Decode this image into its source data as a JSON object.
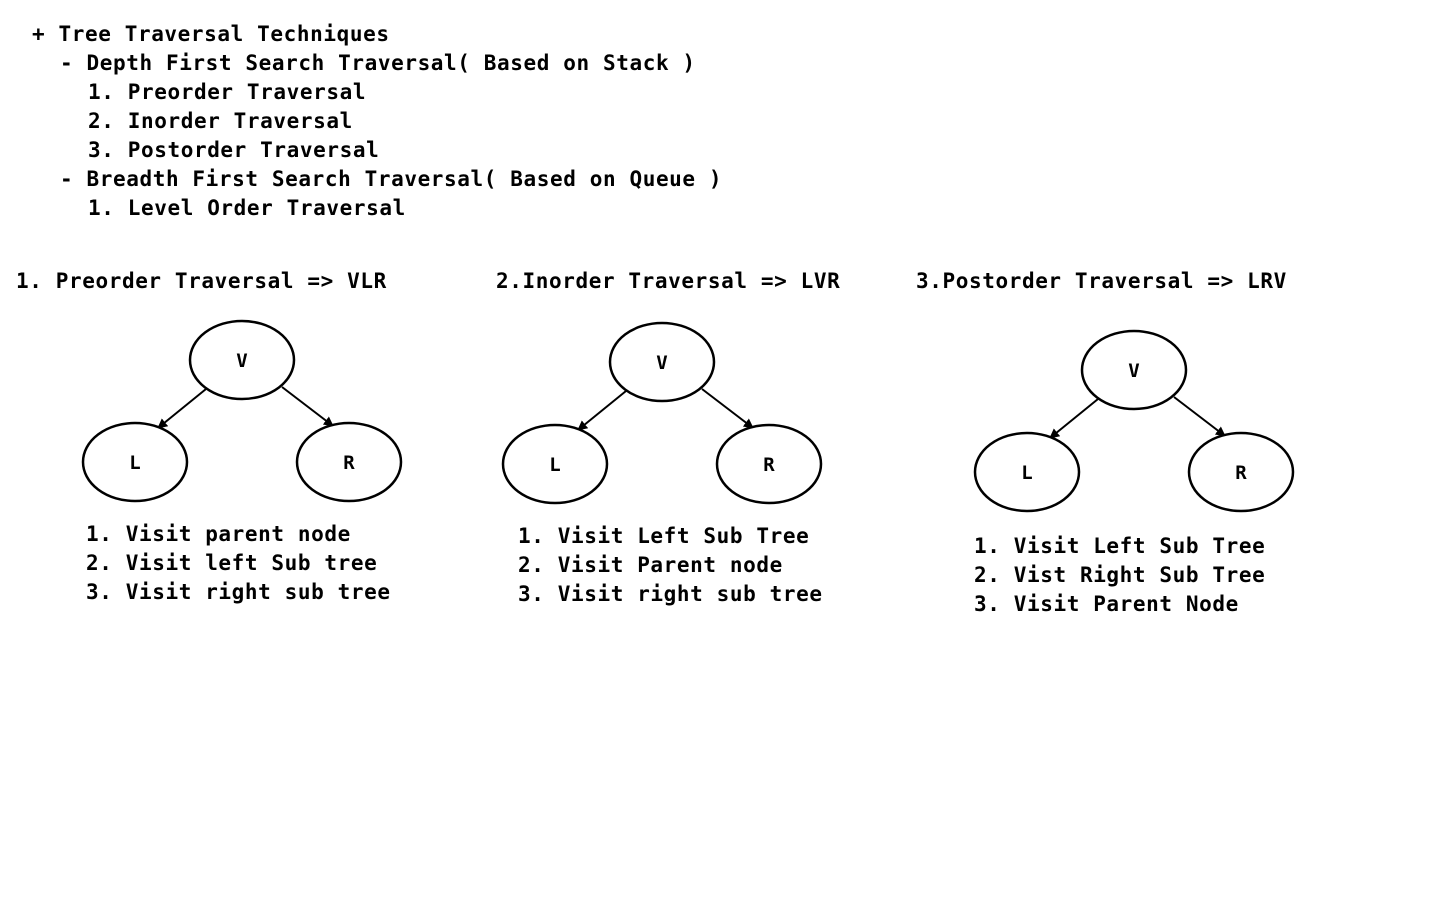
{
  "outline": {
    "title": "+ Tree Traversal Techniques",
    "dfs_heading": "- Depth First Search Traversal( Based on Stack )",
    "dfs_items": [
      "1. Preorder Traversal",
      "2. Inorder Traversal",
      "3. Postorder Traversal"
    ],
    "bfs_heading": "- Breadth First Search Traversal( Based on Queue )",
    "bfs_items": [
      "1. Level Order Traversal"
    ]
  },
  "traversals": [
    {
      "heading": "1. Preorder Traversal => VLR",
      "nodes": {
        "root": "V",
        "left": "L",
        "right": "R"
      },
      "steps": [
        "1. Visit parent node",
        "2. Visit left Sub tree",
        "3. Visit right sub tree"
      ]
    },
    {
      "heading": "2.Inorder Traversal => LVR",
      "nodes": {
        "root": "V",
        "left": "L",
        "right": "R"
      },
      "steps": [
        "1. Visit Left Sub Tree",
        "2. Visit Parent node",
        "3. Visit right sub tree"
      ]
    },
    {
      "heading": "3.Postorder Traversal => LRV",
      "nodes": {
        "root": "V",
        "left": "L",
        "right": "R"
      },
      "steps": [
        "1. Visit Left Sub Tree",
        "2. Vist Right Sub Tree",
        "3. Visit Parent Node"
      ]
    }
  ]
}
